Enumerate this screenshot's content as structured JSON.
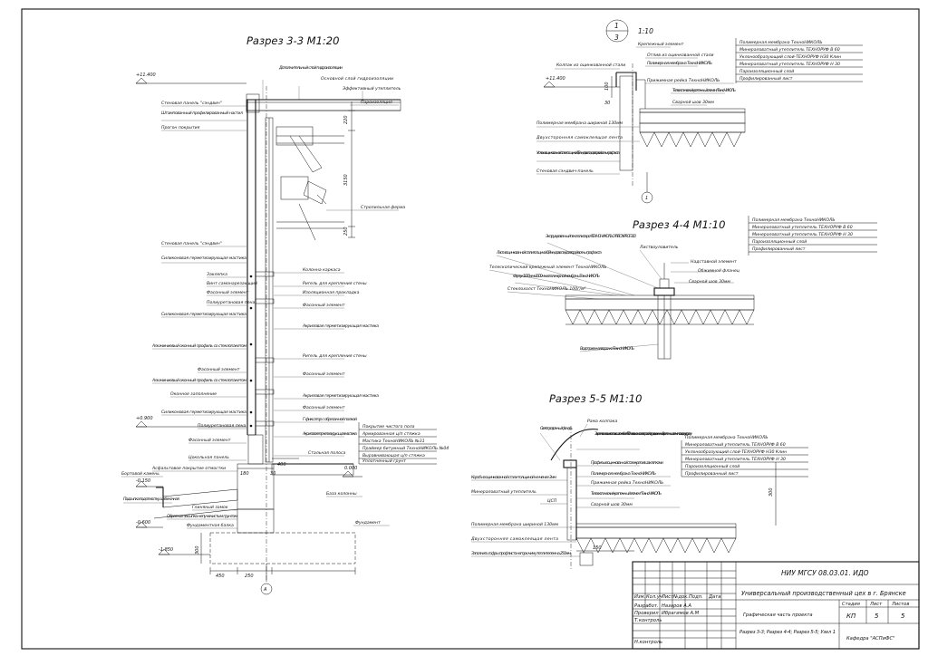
{
  "titles": {
    "s33": "Разрез 3-3 М1:20",
    "s44": "Разрез 4-4 М1:10",
    "s55": "Разрез 5-5 М1:10",
    "node_top": "1",
    "node_bottom": "3",
    "node_scale": "1:10"
  },
  "s33": {
    "levels": [
      "+11.400",
      "+0.900",
      "0.000",
      "-0.150",
      "-0.600",
      "-1.850"
    ],
    "dims": [
      "220",
      "3150",
      "250",
      "400",
      "30",
      "180",
      "300",
      "450",
      "250"
    ],
    "axis": "А",
    "labels_left": [
      "Стеновая панель \"сэндвич\"",
      "Штампованный профилированный настил",
      "Прогон покрытия",
      "Стеновая панель \"сэндвич\"",
      "Силиконовая герметизирующая мастика",
      "Заклепка",
      "Винт самонарезающий",
      "Фасонный элемент",
      "Полиуретановая пена",
      "Силиконовая герметизирующая мастика",
      "Алюминиевый оконный профиль со стеклопакетом",
      "Фасонный элемент",
      "Алюминиевый оконный профиль со стеклопакетом",
      "Оконное заполнение",
      "Силиконовая герметизирующая мастика",
      "Полиуретановая пена",
      "Фасонный элемент",
      "Цокольная панель",
      "Асфальтовое покрытие отмостки",
      "Бортовой камень",
      "Подсыпка под отмостку щебеночная",
      "Глиняный замок",
      "Обратная засыпка непучинистым грунтом",
      "Фундаментная балка"
    ],
    "labels_right": [
      "Дополнительный слой гидроизоляции",
      "Основной слой гидроизоляции",
      "Эффективный утеплитель",
      "Пароизоляция",
      "Стропильная ферма",
      "Колонна каркаса",
      "Ригель для крепления стены",
      "Изоляционная прокладка",
      "Фасонный элемент",
      "Акриловая герметизирующая мастика",
      "Ригель для крепления стены",
      "Фасонный элемент",
      "Акриловая герметизирующая мастика",
      "Фасонный элемент",
      "Г-фиксатор с обрезанной полкой",
      "Акриловая герметизирующая мастика",
      "Стальная полоса",
      "База колонны",
      "Фундамент"
    ],
    "floor": [
      "Покрытие чистого пола",
      "Армированная ц/п стяжка",
      "Мастика ТехноНИКОЛЬ №31",
      "Праймер битумный ТехноНИКОЛЬ №04",
      "Выравнивающая ц/п стяжка",
      "Уплотненный грунт"
    ]
  },
  "n1": {
    "labels_left": [
      "Колпак из оцинкованной стали",
      "Полимерная мембрана шириной 130мм",
      "Двухсторонняя самоклеящая лента",
      "Уголок из оцинкованной стали толщиной 0,8мм довести до второй волны профлиста",
      "Стеновая сэндвич-панель"
    ],
    "labels_right": [
      "Крепежный элемент",
      "Отлив из оцинкованной стали",
      "Полимерная мембрана ТехноНИКОЛЬ",
      "Прижимная рейка ТехноНИКОЛЬ",
      "Телескопический крепежный элемент ТехноНИКОЛЬ",
      "Сварной шов 30мм"
    ],
    "layers": [
      "Полимерная мембрана ТехноНИКОЛЬ",
      "Минераловатный утеплитель ТЕХНОРУФ В 60",
      "Уклонообразующий слой-ТЕХНОРУФ Н30 Клин",
      "Минераловатный утеплитель ТЕХНОРУФ Н 30",
      "Пароизоляционный слой",
      "Профилированный лист"
    ],
    "level": "+11.400",
    "dims": [
      "30",
      "100"
    ],
    "axis": "1"
  },
  "s44": {
    "labels_left": [
      "Экструзированный пенополистирол ТЕХНОНИКОЛЬ CARBON PROF 300",
      "Лист из оцинкованной стали толщиной 0,8мм довести до второй волны профлиста",
      "Телескопический крепежный элемент ТехноНИКОЛЬ",
      "Фартук 1000мм х 1000мм из полимерной мембраны ТехноНИКОЛЬ",
      "Стеклохолст ТехноНИКОЛЬ 100г/м²",
      "Водоприемная воронка ТехноНИКОЛЬ"
    ],
    "labels_right": [
      "Листвоуловитель",
      "Надставной элемент",
      "Обжимной фланец",
      "Сварной шов 30мм"
    ],
    "layers": [
      "Полимерная мембрана ТехноНИКОЛЬ",
      "Минераловатный утеплитель ТЕХНОРУФ В 60",
      "Минераловатный утеплитель ТЕХНОРУФ Н 30",
      "Пароизоляционный слой",
      "Профилированный лист"
    ]
  },
  "s55": {
    "labels_left": [
      "Светопрозрачный фонарь",
      "Короб из оцинкованной стали толщиной не менее 3мм",
      "Минераловатный утеплитель",
      "ЦСП",
      "Полимерная мембрана шириной 130мм",
      "Двухсторонняя самоклеящая лента",
      "Заполнить гофры профлиста негорючим утеплителем на 250мм"
    ],
    "labels_right": [
      "Рама колпака",
      "Закрепить основание колпака с шагом не более 500мм в зависимости от ветровой нагрузки, но не менее 2-х крепежных элементов на одну сторону",
      "Профиль из оцинкованной стали крепить заклепками",
      "Полимерная мембрана ТехноНИКОЛЬ",
      "Прижимная рейка ТехноНИКОЛЬ",
      "Телескопический крепежный элемент ТехноНИКОЛЬ",
      "Сварной шов 30мм"
    ],
    "layers": [
      "Полимерная мембрана ТехноНИКОЛЬ",
      "Минераловатный утеплитель ТЕХНОРУФ В 60",
      "Уклонообразующий слой-ТЕХНОРУФ Н30 Клин",
      "Минераловатный утеплитель ТЕХНОРУФ Н 30",
      "Пароизоляционный слой",
      "Профилированный лист"
    ],
    "dims": [
      "300",
      "150"
    ]
  },
  "title_block": {
    "code": "НИУ МГСУ 08.03.01. ИДО",
    "project": "Универсальный производственный цех в г. Брянске",
    "part": "Графическая часть проекта",
    "sheet_content": "Разрез 3-3; Разрез 4-4; Разрез 5-5; Узел 1",
    "org": "Кафедра \"АСПиФС\"",
    "headers": [
      "Изм.",
      "Кол.уч",
      "Лист",
      "№док.",
      "Подп.",
      "Дата"
    ],
    "roles": [
      "Разработ.",
      "Проверил",
      "Т.контроль",
      "",
      "Н.контроль"
    ],
    "names": [
      "Назаров А.А",
      "Ибрагимов А.М",
      "",
      "",
      ""
    ],
    "stage_h": "Стадия",
    "sheet_h": "Лист",
    "sheets_h": "Листов",
    "stage": "КП",
    "sheet": "5",
    "sheets": "5"
  }
}
